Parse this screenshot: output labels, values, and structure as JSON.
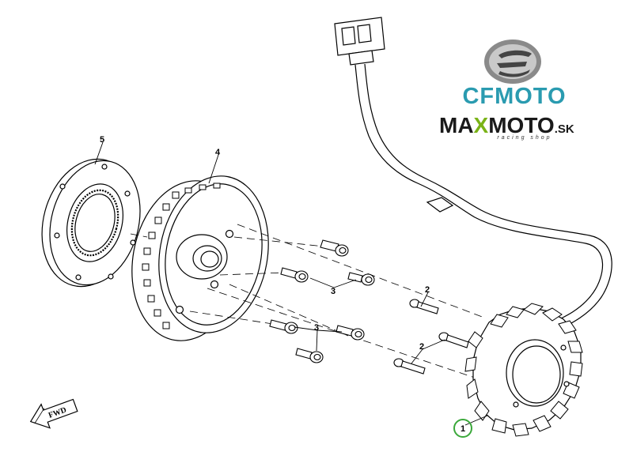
{
  "brands": {
    "cfmoto": "CFMOTO",
    "maxmoto_main": "MAXMOTO",
    "maxmoto_x": "X",
    "maxmoto_pre": "MA",
    "maxmoto_post": "MOTO",
    "maxmoto_suffix": ".SK",
    "tagline": "racing shop"
  },
  "callouts": {
    "stator": "1",
    "stator_bolts_a": "2",
    "stator_bolts_b": "2",
    "flywheel_bolts_a": "3",
    "flywheel_bolts_b": "3",
    "flywheel": "4",
    "one_way_clutch": "5"
  },
  "fwd_label": "FWD",
  "colors": {
    "line": "#000000",
    "cfmoto_teal": "#2a9bb0",
    "maxmoto_green": "#7ab317",
    "highlight_circle": "#3aa83a"
  }
}
